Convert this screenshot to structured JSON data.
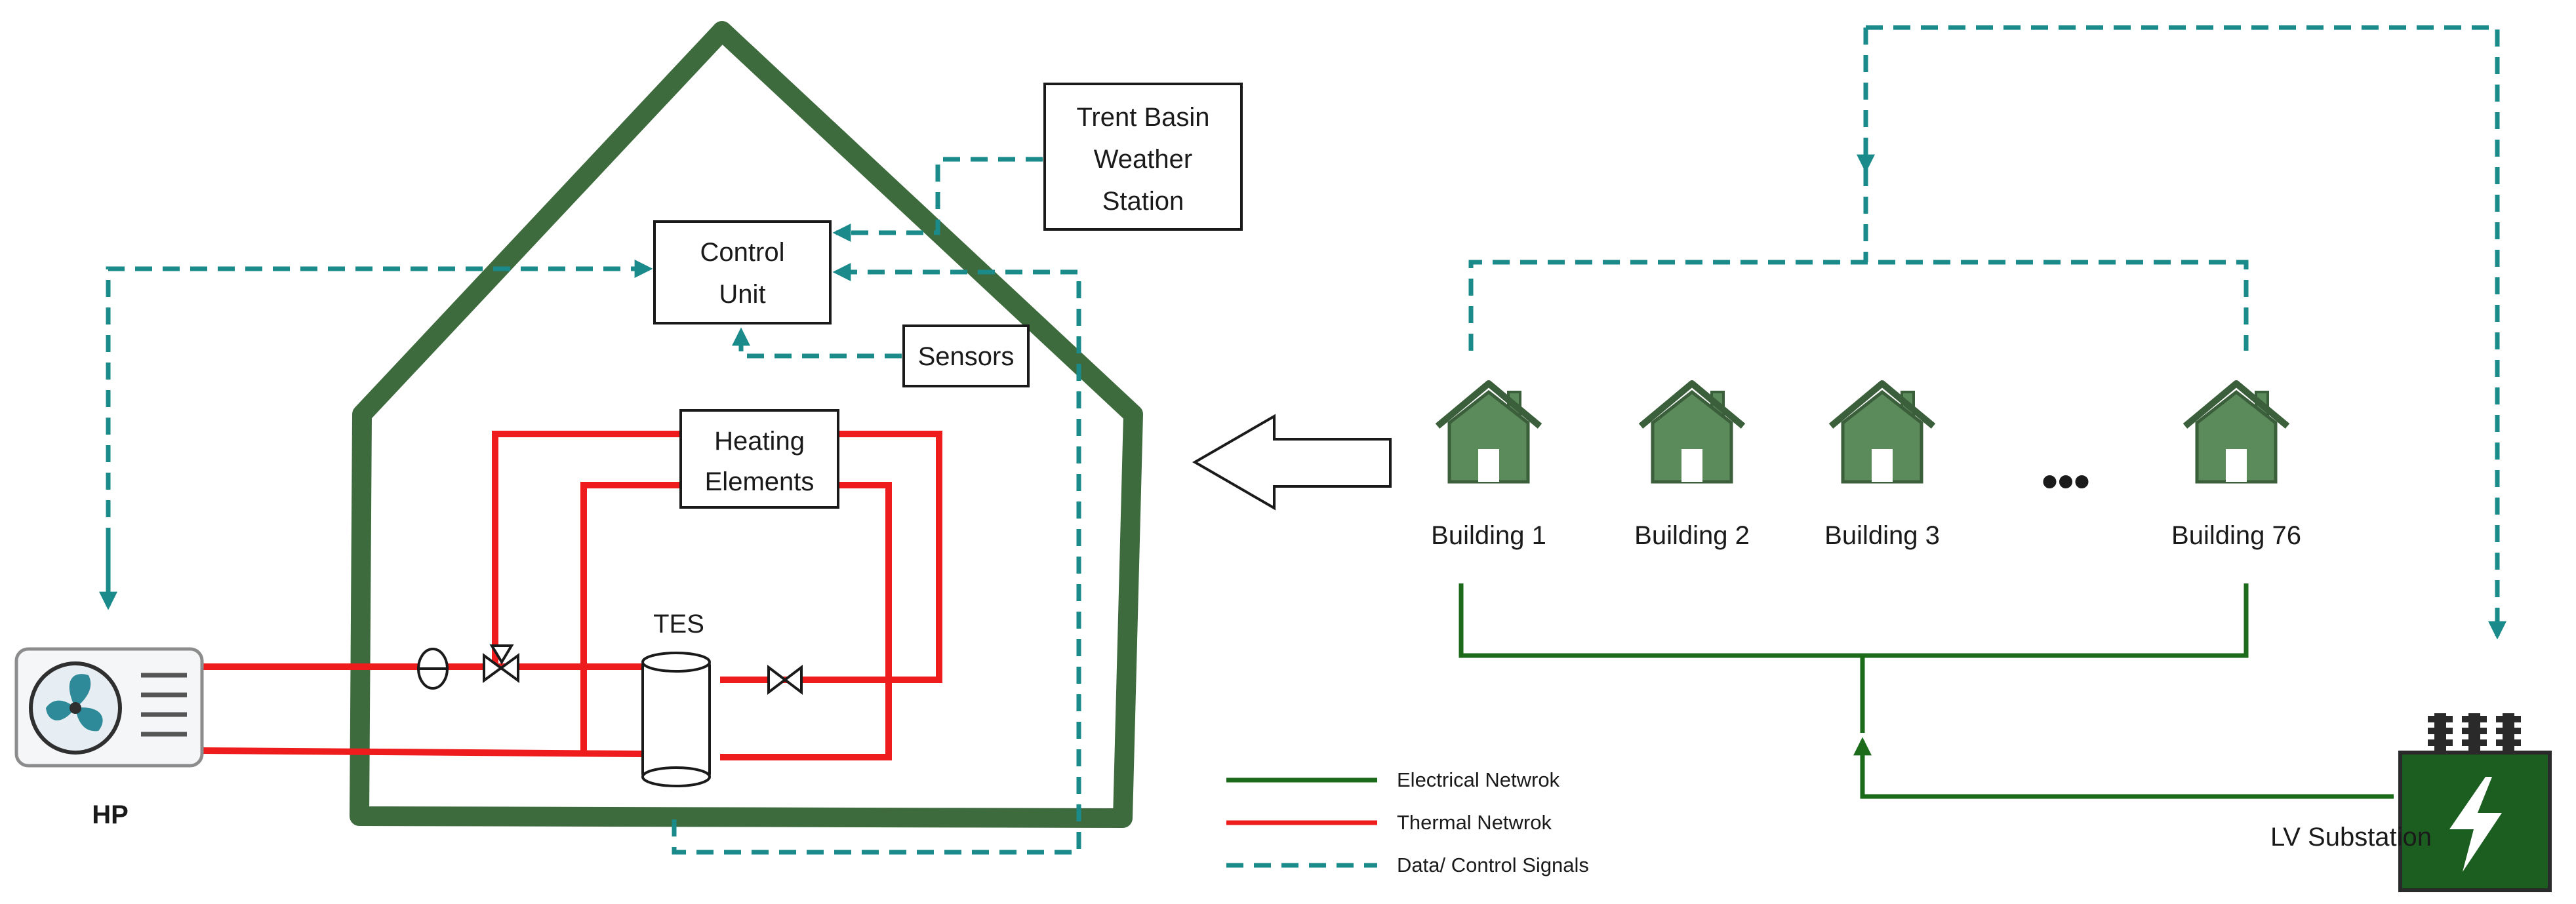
{
  "colors": {
    "electrical": "#1b6b1b",
    "thermal": "#ee1c1c",
    "data": "#1a8a8a",
    "house": "#3d6b3d",
    "building_icon": "#5b8a5b",
    "substation": "#1b5e20"
  },
  "icons": {
    "heat_pump": "fan-icon",
    "building": "house-icon",
    "substation": "lightning-icon",
    "valve": "valve-icon",
    "pump": "pump-icon",
    "arrow": "hollow-left-arrow-icon"
  },
  "labels": {
    "weather_station_1": "Trent Basin",
    "weather_station_2": "Weather",
    "weather_station_3": "Station",
    "control_unit_1": "Control",
    "control_unit_2": "Unit",
    "sensors": "Sensors",
    "heating_elements_1": "Heating",
    "heating_elements_2": "Elements",
    "tes": "TES",
    "hp": "HP",
    "lv_substation": "LV Substation",
    "ellipsis": "•••"
  },
  "buildings": [
    {
      "label": "Building 1"
    },
    {
      "label": "Building 2"
    },
    {
      "label": "Building 3"
    },
    {
      "label": "Building 76"
    }
  ],
  "legend": [
    {
      "label": "Electrical Netwrok",
      "kind": "electrical"
    },
    {
      "label": "Thermal Netwrok",
      "kind": "thermal"
    },
    {
      "label": "Data/ Control Signals",
      "kind": "data"
    }
  ]
}
